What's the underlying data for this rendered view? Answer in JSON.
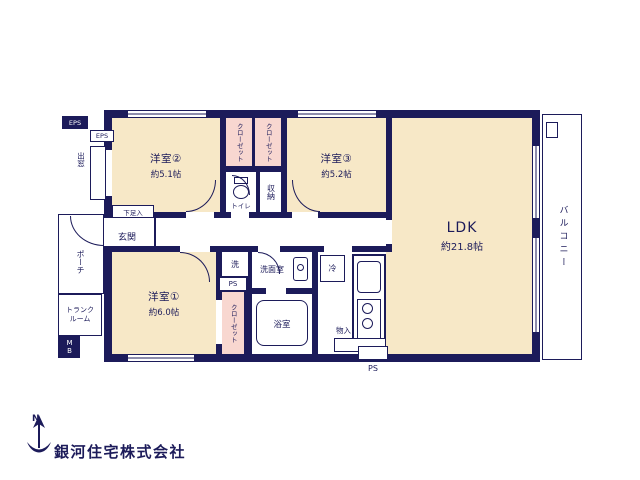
{
  "colors": {
    "wall": "#1c1b5a",
    "ink": "#1c1b5a",
    "room": "#f7e8c7",
    "closet": "#f8d7d0"
  },
  "company": {
    "name": "銀河住宅株式会社"
  },
  "compass": {
    "label": "N"
  },
  "rooms": {
    "bed2": {
      "name": "洋室②",
      "size": "約5.1帖"
    },
    "bed3": {
      "name": "洋室③",
      "size": "約5.2帖"
    },
    "bed1": {
      "name": "洋室①",
      "size": "約6.0帖"
    },
    "ldk": {
      "name": "LDK",
      "size": "約21.8帖"
    }
  },
  "labels": {
    "closet_top_a": "クローゼット",
    "closet_top_b": "クローゼット",
    "closet_bed1": "クローゼット",
    "toilet": "トイレ",
    "storage": "収納",
    "entrance": "玄関",
    "shoe_cabinet": "下足入",
    "bay_window": "出窓",
    "porch": "ポーチ",
    "trunk_room": "トランクルーム",
    "meter_box": "MB",
    "washer": "洗",
    "washroom": "洗面室",
    "bathroom": "浴室",
    "fridge": "冷",
    "storage_small": "物入",
    "ps_mid": "PS",
    "ps_bottom": "PS",
    "eps_a": "EPS",
    "eps_b": "EPS",
    "balcony": "バルコニー"
  }
}
